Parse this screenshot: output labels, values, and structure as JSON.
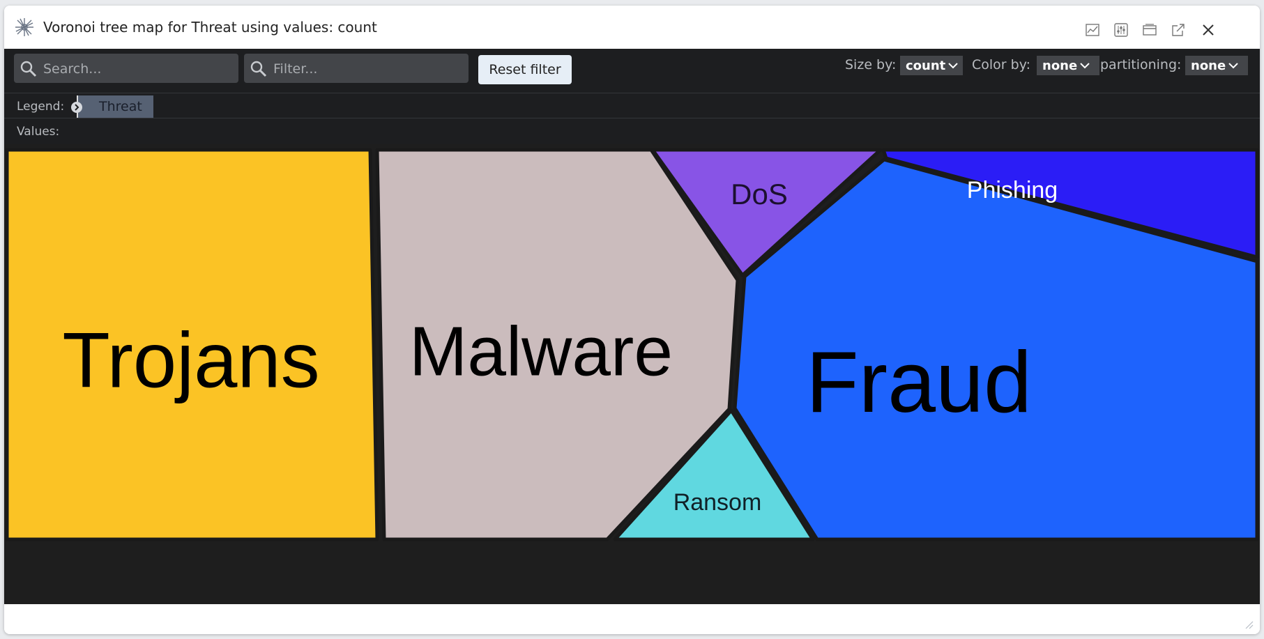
{
  "window": {
    "title": "Voronoi tree map for Threat using values: count",
    "icons": [
      "starburst-app-icon",
      "chart-icon",
      "settings-sliders-icon",
      "window-icon",
      "pop-out-icon",
      "close-icon"
    ]
  },
  "toolbar": {
    "search_placeholder": "Search...",
    "filter_placeholder": "Filter...",
    "reset_label": "Reset filter",
    "size_by_label": "Size by:",
    "size_by_value": "count",
    "color_by_label": "Color by:",
    "color_by_value": "none",
    "partitioning_label": "partitioning:",
    "partitioning_value": "none"
  },
  "legend": {
    "label": "Legend:",
    "chip": "Threat"
  },
  "values": {
    "label": "Values:"
  },
  "colors": {
    "Trojans": "#fbc325",
    "Malware": "#cbbcbd",
    "DoS": "#8854e6",
    "Phishing": "#2b1df6",
    "Fraud": "#1e63fd",
    "Ransom": "#60d8e0"
  },
  "chart_data": {
    "type": "voronoi-treemap",
    "cells": [
      {
        "name": "Trojans"
      },
      {
        "name": "Malware"
      },
      {
        "name": "DoS"
      },
      {
        "name": "Phishing"
      },
      {
        "name": "Fraud"
      },
      {
        "name": "Ransom"
      }
    ]
  }
}
